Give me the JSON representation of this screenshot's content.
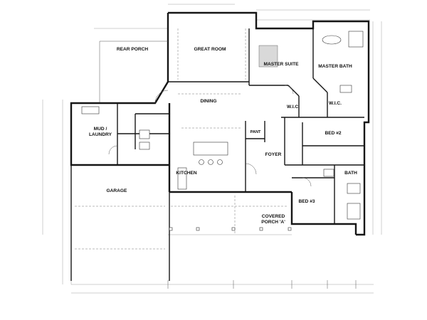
{
  "rooms": {
    "rear_porch": "REAR PORCH",
    "great_room": "GREAT ROOM",
    "master_suite": "MASTER SUITE",
    "master_bath": "MASTER BATH",
    "dining": "DINING",
    "mud_laundry_line1": "MUD /",
    "mud_laundry_line2": "LAUNDRY",
    "wic_left": "W.I.C.",
    "wic_right": "W.I.C.",
    "pant": "PANT",
    "foyer": "FOYER",
    "bed_2": "BED #2",
    "bed_3": "BED #3",
    "kitchen": "KITCHEN",
    "bath": "BATH",
    "garage": "GARAGE",
    "covered_porch_line1": "COVERED",
    "covered_porch_line2": "PORCH 'A'"
  },
  "colors": {
    "wall": "#161616",
    "line": "#555555",
    "background": "#ffffff"
  }
}
